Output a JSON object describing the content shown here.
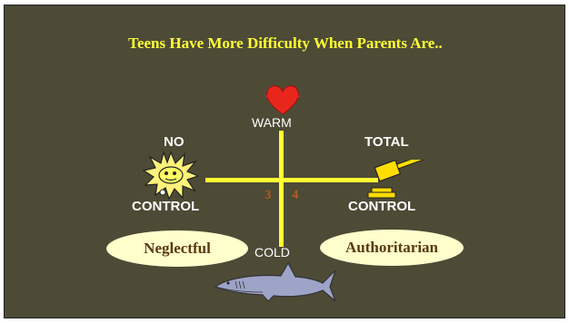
{
  "slide": {
    "title": "Teens Have More Difficulty When Parents Are..",
    "top_label": "WARM",
    "bottom_label": "COLD",
    "left_label_top": "NO",
    "left_label_bottom": "CONTROL",
    "right_label_top": "TOTAL",
    "right_label_bottom": "CONTROL",
    "quadrant_left": "3",
    "quadrant_right": "4",
    "oval_left": "Neglectful",
    "oval_right": "Authoritarian"
  },
  "colors": {
    "background": "#4d4a36",
    "title": "#ffff33",
    "axis": "#ffff33",
    "quadrant_numbers": "#b05a28",
    "oval_fill": "#ffffcc"
  },
  "icons": [
    "heart-icon",
    "explosion-icon",
    "gavel-icon",
    "shark-icon"
  ]
}
